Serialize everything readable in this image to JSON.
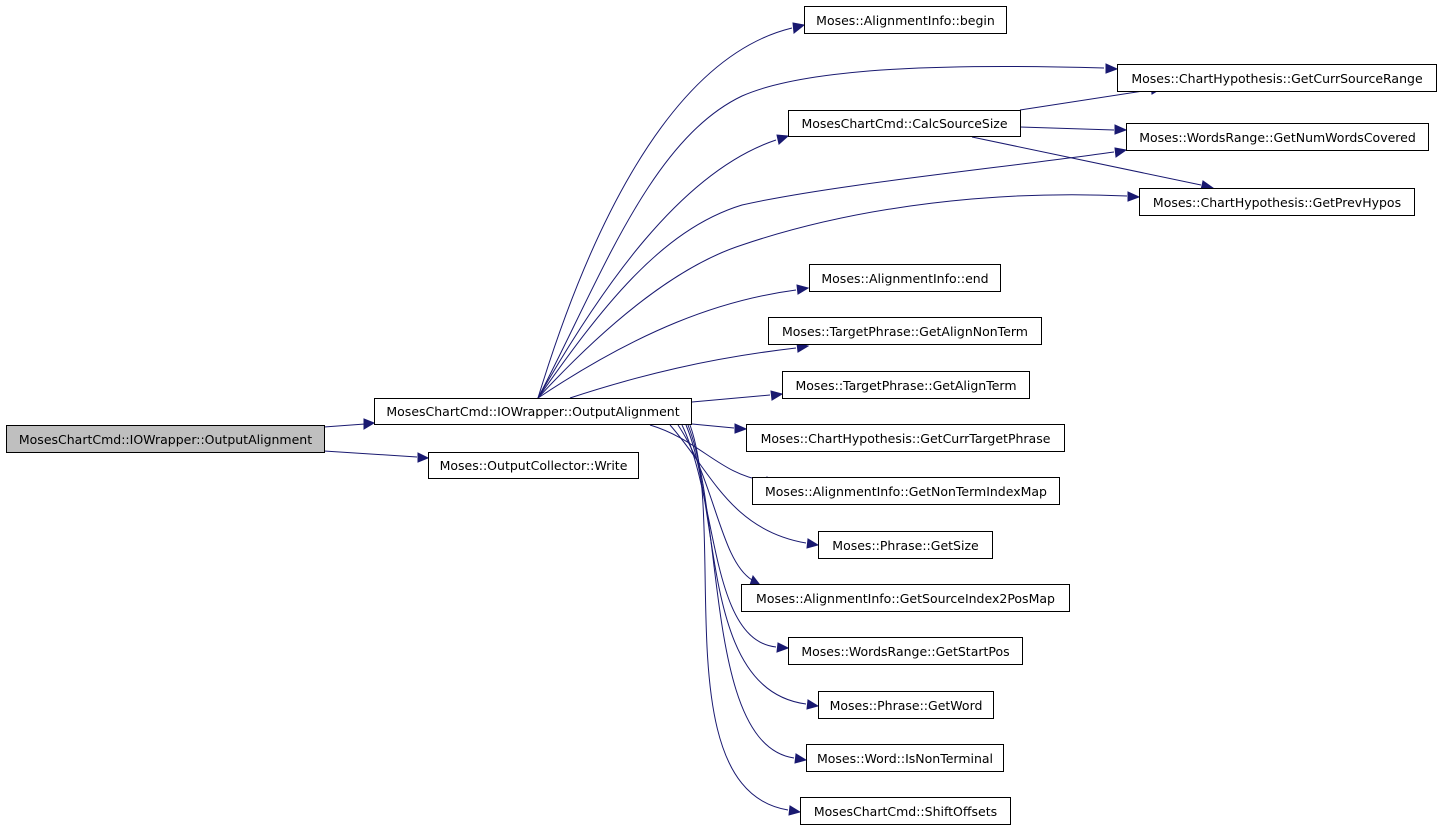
{
  "graph": {
    "edge_color": "#191970",
    "root_fill": "#bfbfbf",
    "nodes": {
      "root": "MosesChartCmd::IOWrapper::OutputAlignment",
      "mid": "MosesChartCmd::IOWrapper::OutputAlignment",
      "write": "Moses::OutputCollector::Write",
      "calc": "MosesChartCmd::CalcSourceSize",
      "begin": "Moses::AlignmentInfo::begin",
      "range": "Moses::ChartHypothesis::GetCurrSourceRange",
      "numwords": "Moses::WordsRange::GetNumWordsCovered",
      "prevhypos": "Moses::ChartHypothesis::GetPrevHypos",
      "end": "Moses::AlignmentInfo::end",
      "nonterm": "Moses::TargetPhrase::GetAlignNonTerm",
      "term": "Moses::TargetPhrase::GetAlignTerm",
      "target": "Moses::ChartHypothesis::GetCurrTargetPhrase",
      "ntmap": "Moses::AlignmentInfo::GetNonTermIndexMap",
      "size": "Moses::Phrase::GetSize",
      "src2pos": "Moses::AlignmentInfo::GetSourceIndex2PosMap",
      "startpos": "Moses::WordsRange::GetStartPos",
      "word": "Moses::Phrase::GetWord",
      "isnt": "Moses::Word::IsNonTerminal",
      "shift": "MosesChartCmd::ShiftOffsets"
    }
  }
}
